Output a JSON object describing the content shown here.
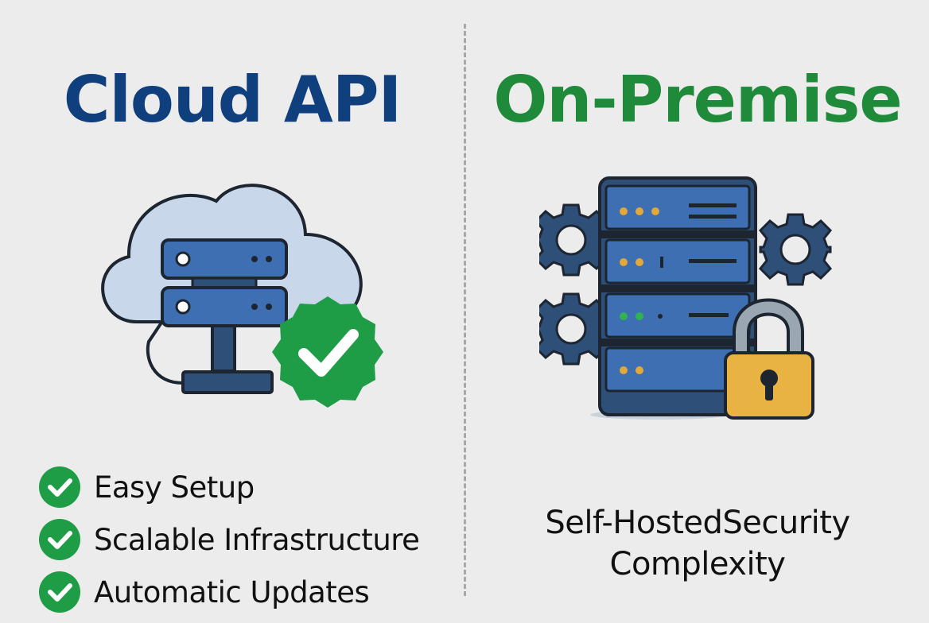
{
  "colors": {
    "background": "#ececec",
    "cloud_title": "#0f3f7d",
    "onprem_title": "#1e8a3a",
    "server_blue": "#3e6fb3",
    "server_navy": "#2e4f78",
    "gear": "#2e4f78",
    "check_green": "#1f9d46",
    "lock_gold": "#e9b343",
    "lock_shackle": "#9aa6b2",
    "cloud_fill": "#c8d7ea",
    "outline": "#1c2530",
    "led_amber": "#e2a93a",
    "led_green": "#2fb24f"
  },
  "left": {
    "title": "Cloud API",
    "illustration_icons": [
      "cloud-icon",
      "server-icon",
      "check-badge-icon"
    ],
    "features": [
      {
        "icon": "check-circle-icon",
        "label": "Easy Setup"
      },
      {
        "icon": "check-circle-icon",
        "label": "Scalable Infrastructure"
      },
      {
        "icon": "check-circle-icon",
        "label": "Automatic Updates"
      }
    ]
  },
  "right": {
    "title": "On-Premise",
    "illustration_icons": [
      "server-rack-icon",
      "gear-icon",
      "padlock-icon"
    ],
    "summary_lines": [
      "Self-HostedSecurity",
      "Complexity"
    ]
  }
}
